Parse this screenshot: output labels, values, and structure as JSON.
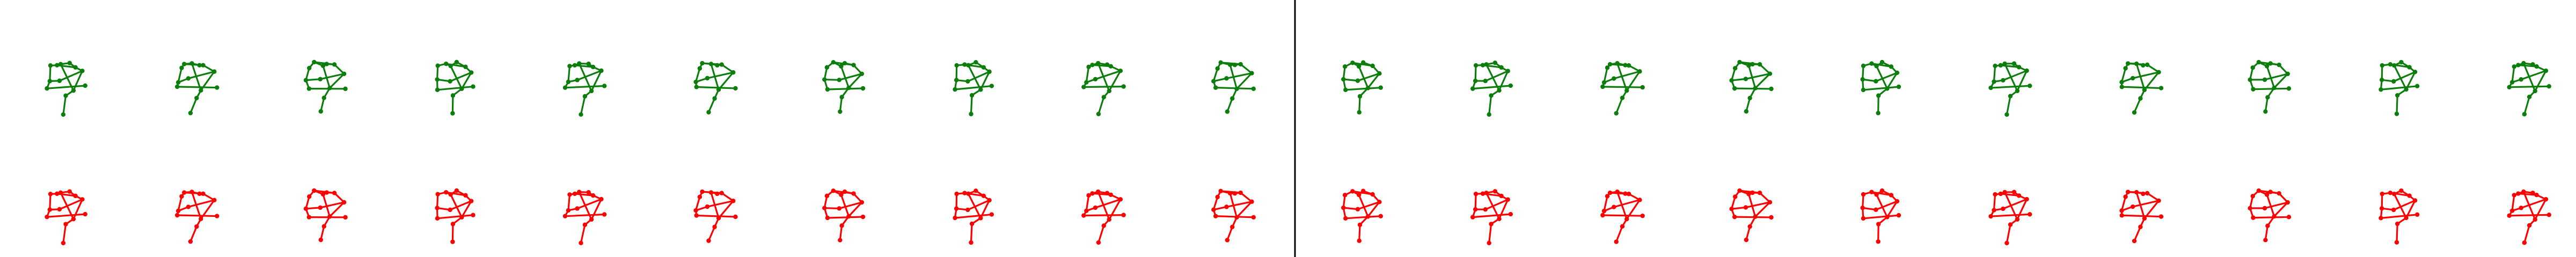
{
  "colors": {
    "background": "#ffffff",
    "top_row": "#0a7d0a",
    "bottom_row": "#ff0000",
    "divider": "#000000"
  },
  "rows": [
    {
      "name": "top-row",
      "color_key": "top_row",
      "pose_count": 20
    },
    {
      "name": "bottom-row",
      "color_key": "bottom_row",
      "pose_count": 20
    }
  ]
}
